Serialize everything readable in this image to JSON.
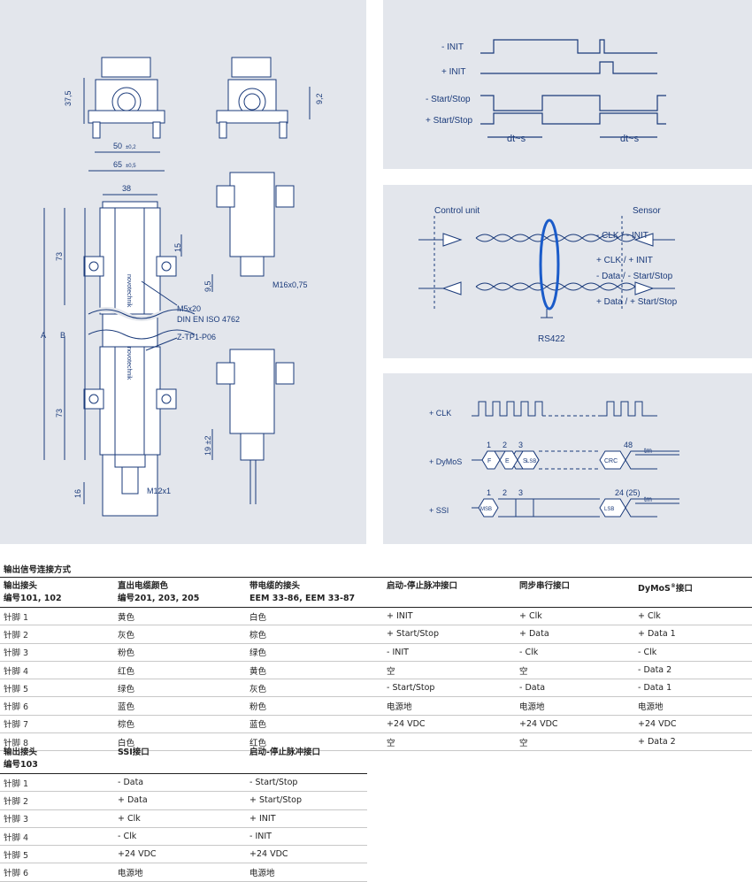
{
  "drawing_labels": {
    "brand": "novotechnik",
    "dims_top": [
      "37,5",
      "9,2",
      "50",
      "±0,2",
      "65",
      "±0,5"
    ],
    "dims_main": [
      "38",
      "73",
      "73",
      "15",
      "9,5",
      "A",
      "B",
      "16",
      "M12x1",
      "M16x0,75",
      "19 ±2"
    ],
    "callouts": [
      "M5x20",
      "DIN EN ISO 4762",
      "Z-TP1-P06"
    ]
  },
  "timing1": {
    "signals": [
      "- INIT",
      "+ INIT",
      "- Start/Stop",
      "+ Start/Stop"
    ],
    "dt_label": "dt~s"
  },
  "rs422": {
    "control_unit": "Control unit",
    "sensor": "Sensor",
    "lines": [
      "- CLK  / - INIT",
      "+ CLK  / + INIT",
      "- Data / - Start/Stop",
      "+ Data / + Start/Stop"
    ],
    "caption": "RS422"
  },
  "timing2": {
    "signals": [
      "+ CLK",
      "+ DyMoS",
      "+ SSI"
    ],
    "dymos_nums": [
      "1",
      "2",
      "3",
      "48"
    ],
    "dymos_cells": [
      "F",
      "E",
      "S",
      "LSB",
      "CRC"
    ],
    "ssi_nums": [
      "1",
      "2",
      "3",
      "24 (25)"
    ],
    "ssi_cells": [
      "MSB",
      "LSB"
    ],
    "tm": "tm"
  },
  "table1": {
    "title": "输出信号连接方式",
    "headers": [
      [
        "输出接头",
        "编号101, 102"
      ],
      [
        "直出电缆颜色",
        "编号201, 203, 205"
      ],
      [
        "带电缆的接头",
        "EEM 33-86, EEM 33-87"
      ],
      [
        "启动-停止脉冲接口",
        ""
      ],
      [
        "同步串行接口",
        ""
      ],
      [
        "DyMoS",
        "接口"
      ]
    ],
    "dymos_sup": "®",
    "rows": [
      [
        "针脚 1",
        "黄色",
        "白色",
        "+ INIT",
        "+ Clk",
        "+ Clk"
      ],
      [
        "针脚 2",
        "灰色",
        "棕色",
        "+ Start/Stop",
        "+ Data",
        "+ Data 1"
      ],
      [
        "针脚 3",
        "粉色",
        "绿色",
        "- INIT",
        "- Clk",
        "- Clk"
      ],
      [
        "针脚 4",
        "红色",
        "黄色",
        "空",
        "空",
        "- Data 2"
      ],
      [
        "针脚 5",
        "绿色",
        "灰色",
        "- Start/Stop",
        "- Data",
        "- Data 1"
      ],
      [
        "针脚 6",
        "蓝色",
        "粉色",
        "电源地",
        "电源地",
        "电源地"
      ],
      [
        "针脚 7",
        "棕色",
        "蓝色",
        "+24 VDC",
        "+24 VDC",
        "+24 VDC"
      ],
      [
        "针脚 8",
        "白色",
        "红色",
        "空",
        "空",
        "+ Data 2"
      ]
    ]
  },
  "table2": {
    "headers": [
      [
        "输出接头",
        "编号103"
      ],
      [
        "SSI接口",
        ""
      ],
      [
        "启动-停止脉冲接口",
        ""
      ]
    ],
    "rows": [
      [
        "针脚 1",
        "- Data",
        "- Start/Stop"
      ],
      [
        "针脚 2",
        "+ Data",
        "+ Start/Stop"
      ],
      [
        "针脚 3",
        "+ Clk",
        "+ INIT"
      ],
      [
        "针脚 4",
        "- Clk",
        "- INIT"
      ],
      [
        "针脚 5",
        "+24 VDC",
        "+24 VDC"
      ],
      [
        "针脚 6",
        "电源地",
        "电源地"
      ]
    ]
  }
}
